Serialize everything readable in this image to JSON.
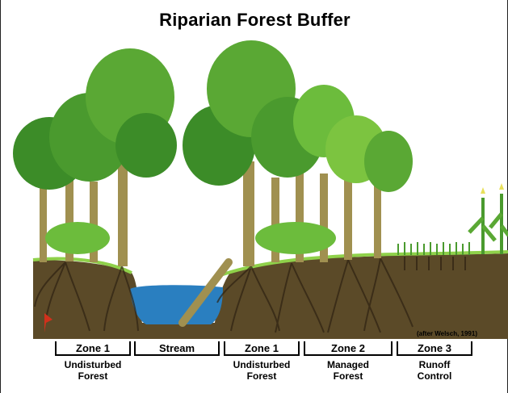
{
  "title": "Riparian Forest Buffer",
  "citation": "(after Welsch, 1991)",
  "zones": [
    {
      "label": "Zone 1",
      "desc": [
        "Undisturbed",
        "Forest"
      ]
    },
    {
      "label": "Stream",
      "desc": []
    },
    {
      "label": "Zone 1",
      "desc": [
        "Undisturbed",
        "Forest"
      ]
    },
    {
      "label": "Zone 2",
      "desc": [
        "Managed",
        "Forest"
      ]
    },
    {
      "label": "Zone 3",
      "desc": [
        "Runoff",
        "Control"
      ]
    }
  ],
  "colors": {
    "soil": "#5b4a28",
    "water": "#2a7fc0",
    "grass": "#8fd14a",
    "trunk": "#a09050",
    "canopy_dark": "#3c8c28",
    "canopy_mid": "#5aa834",
    "canopy_light": "#7cc440"
  }
}
